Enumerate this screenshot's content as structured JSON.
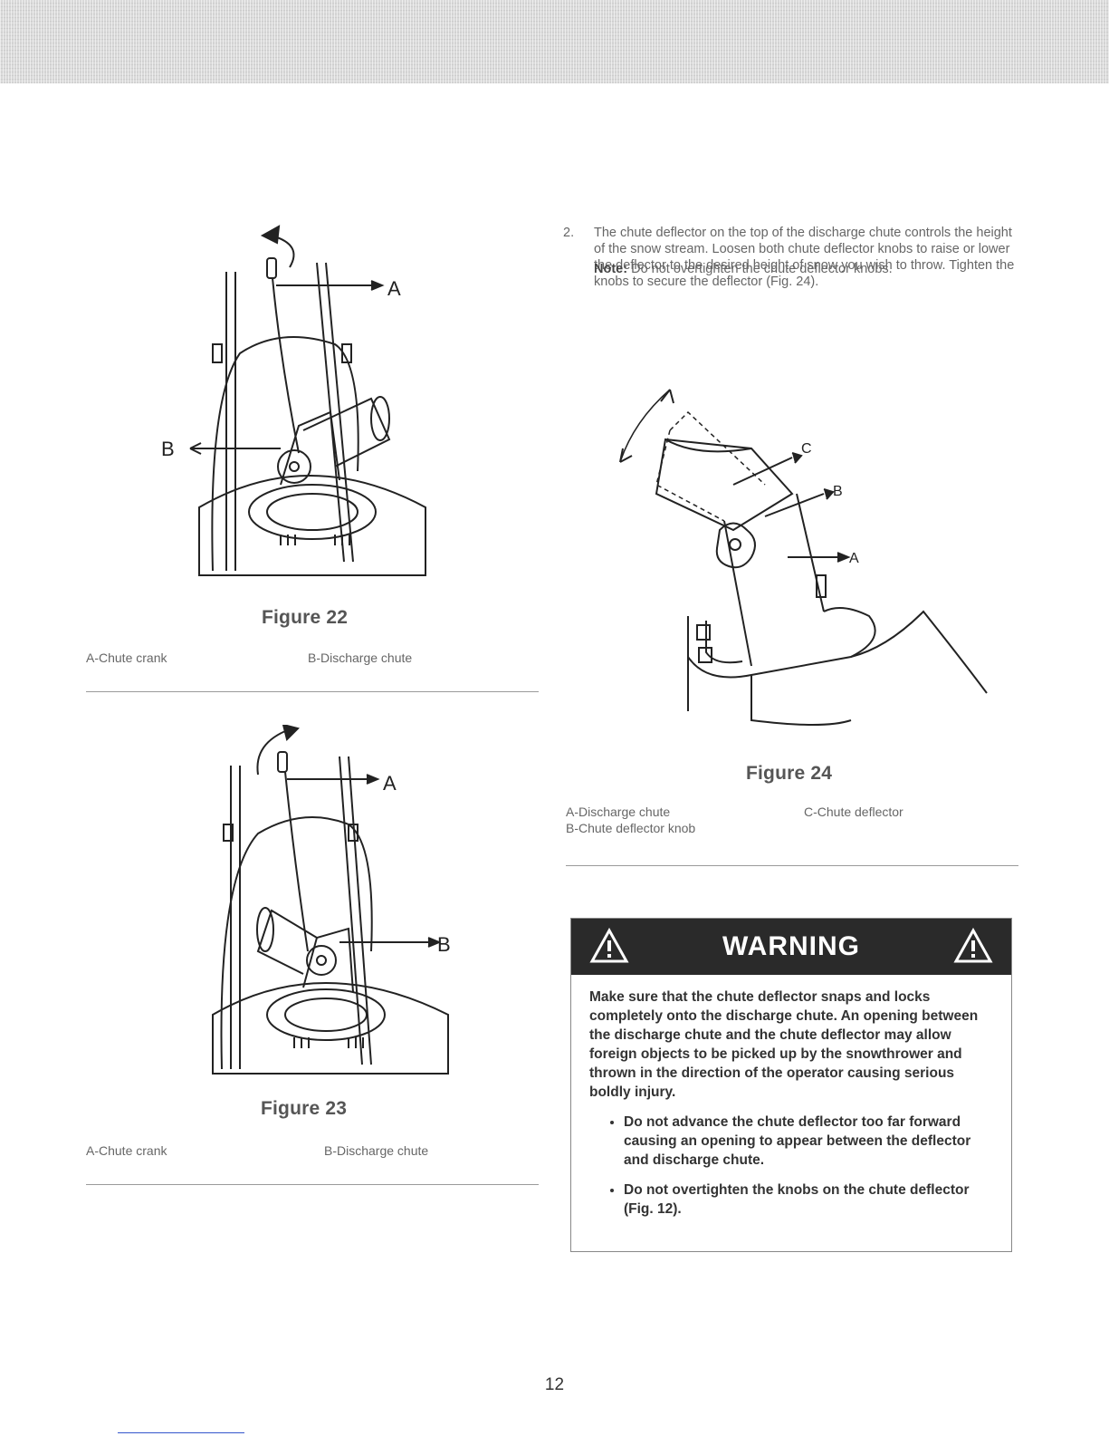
{
  "header": {
    "band_color": "#d9d9d9"
  },
  "figure22": {
    "title": "Figure 22",
    "label_a": "A",
    "label_b": "B",
    "legend_a": "A-Chute crank",
    "legend_b": "B-Discharge chute"
  },
  "figure23": {
    "title": "Figure 23",
    "label_a": "A",
    "label_b": "B",
    "legend_a": "A-Chute crank",
    "legend_b": "B-Discharge chute"
  },
  "step2": {
    "number": "2.",
    "text": "The chute deflector on the top of the discharge chute controls the height of the snow stream. Loosen both chute deflector knobs to raise or lower the deflector to the desired height of snow you wish to throw. Tighten the knobs to secure the deflector (Fig. 24).",
    "note_label": "Note:",
    "note_text": "Do not overtighten the chute deflector knobs."
  },
  "figure24": {
    "title": "Figure 24",
    "label_a": "A",
    "label_b": "B",
    "label_c": "C",
    "legend_a": "A-Discharge chute",
    "legend_b": "B-Chute deflector knob",
    "legend_c": "C-Chute deflector"
  },
  "warning": {
    "title": "WARNING",
    "body": "Make sure that the chute deflector snaps and locks completely onto the discharge chute. An opening between the discharge chute and the chute deflector may allow foreign objects to be picked up by the snowthrower and thrown in the direction of the operator causing serious boldly injury.",
    "bullets": [
      "Do not advance the chute deflector too far forward causing an opening to appear between the deflector and discharge chute.",
      "Do not overtighten the knobs on the chute deflector (Fig. 12)."
    ]
  },
  "page_number": "12"
}
